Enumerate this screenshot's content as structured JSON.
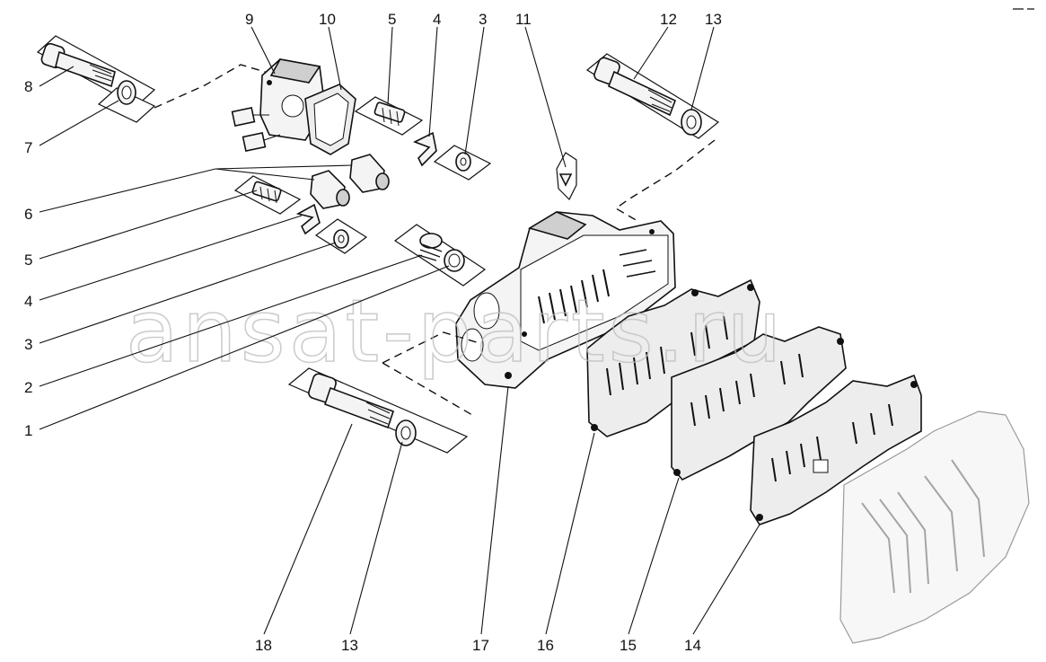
{
  "callouts": [
    {
      "id": "c9",
      "label": "9"
    },
    {
      "id": "c10",
      "label": "10"
    },
    {
      "id": "c5a",
      "label": "5"
    },
    {
      "id": "c4a",
      "label": "4"
    },
    {
      "id": "c3a",
      "label": "3"
    },
    {
      "id": "c11",
      "label": "11"
    },
    {
      "id": "c12",
      "label": "12"
    },
    {
      "id": "c13a",
      "label": "13"
    },
    {
      "id": "c8",
      "label": "8"
    },
    {
      "id": "c7",
      "label": "7"
    },
    {
      "id": "c6",
      "label": "6"
    },
    {
      "id": "c5b",
      "label": "5"
    },
    {
      "id": "c4b",
      "label": "4"
    },
    {
      "id": "c3b",
      "label": "3"
    },
    {
      "id": "c2",
      "label": "2"
    },
    {
      "id": "c1",
      "label": "1"
    },
    {
      "id": "c18",
      "label": "18"
    },
    {
      "id": "c13b",
      "label": "13"
    },
    {
      "id": "c17",
      "label": "17"
    },
    {
      "id": "c16",
      "label": "16"
    },
    {
      "id": "c15",
      "label": "15"
    },
    {
      "id": "c14",
      "label": "14"
    }
  ],
  "watermark": "ansat-parts.ru",
  "icons": [
    "bolt-icon",
    "washer-icon",
    "valve-body-icon",
    "gasket-icon",
    "separator-plate-icon",
    "solenoid-icon"
  ]
}
